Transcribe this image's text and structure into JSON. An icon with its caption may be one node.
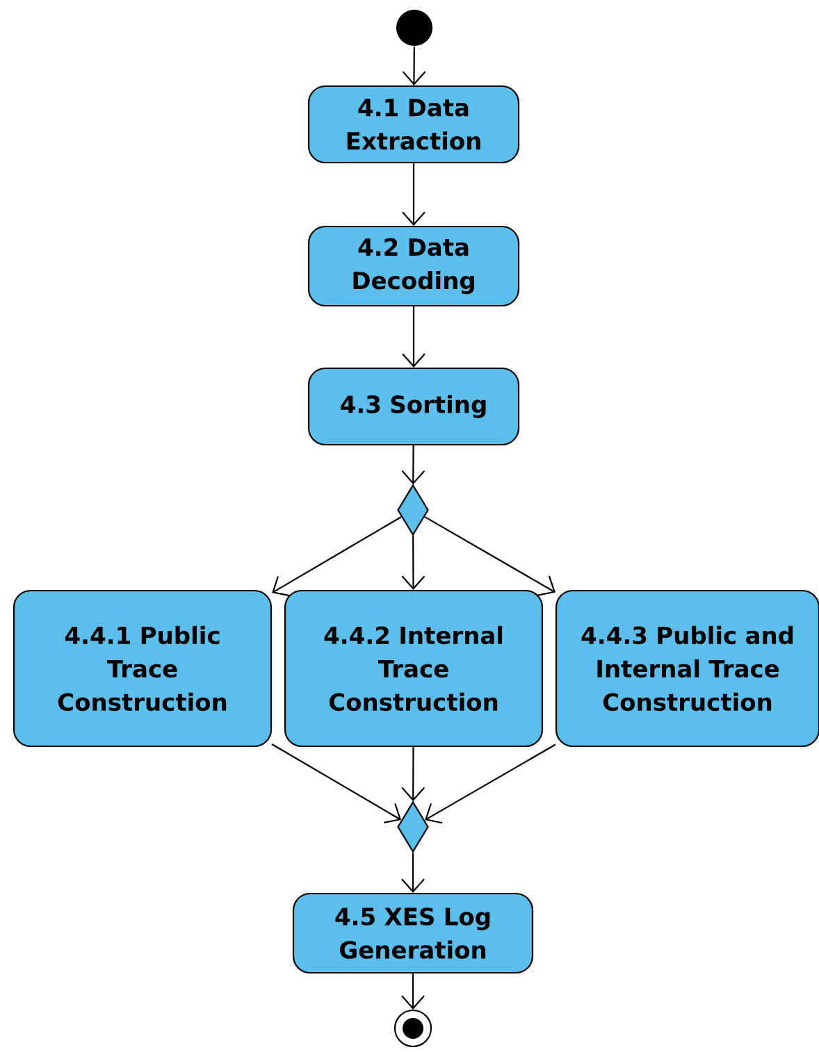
{
  "diagram": {
    "nodes": [
      {
        "text": [],
        "shape": "circle"
      },
      {
        "text": [
          "4.1 Data Extraction"
        ]
      },
      {
        "text": [
          "4.2 Data Decoding"
        ]
      },
      {
        "text": [
          "4.3 Sorting"
        ]
      },
      {
        "text": [],
        "shape": "diamond"
      },
      {
        "text": [
          "4.4.1 Public Trace Construction"
        ]
      },
      {
        "text": [
          "4.4.2 Internal Trace Construction"
        ]
      },
      {
        "text": [
          "4.4.3 Public and Internal Trace Construction"
        ]
      },
      {
        "text": [],
        "shape": "diamond"
      },
      {
        "text": [
          "4.5 XES Log Generation"
        ]
      },
      {
        "text": [],
        "shape": "circle"
      }
    ],
    "edges": [
      {
        "from": 0,
        "to": 1,
        "arrow": "to"
      },
      {
        "from": 1,
        "to": 2,
        "arrow": "to"
      },
      {
        "from": 2,
        "to": 3,
        "arrow": "to"
      },
      {
        "from": 3,
        "to": 4,
        "arrow": "to"
      },
      {
        "from": 4,
        "to": 5,
        "arrow": "to"
      },
      {
        "from": 4,
        "to": 6,
        "arrow": "to"
      },
      {
        "from": 4,
        "to": 7,
        "arrow": "to"
      },
      {
        "from": 5,
        "to": 8,
        "arrow": "to"
      },
      {
        "from": 6,
        "to": 8,
        "arrow": "to"
      },
      {
        "from": 7,
        "to": 8,
        "arrow": "to"
      },
      {
        "from": 8,
        "to": 9,
        "arrow": "to"
      },
      {
        "from": 9,
        "to": 10,
        "arrow": "to"
      }
    ]
  }
}
